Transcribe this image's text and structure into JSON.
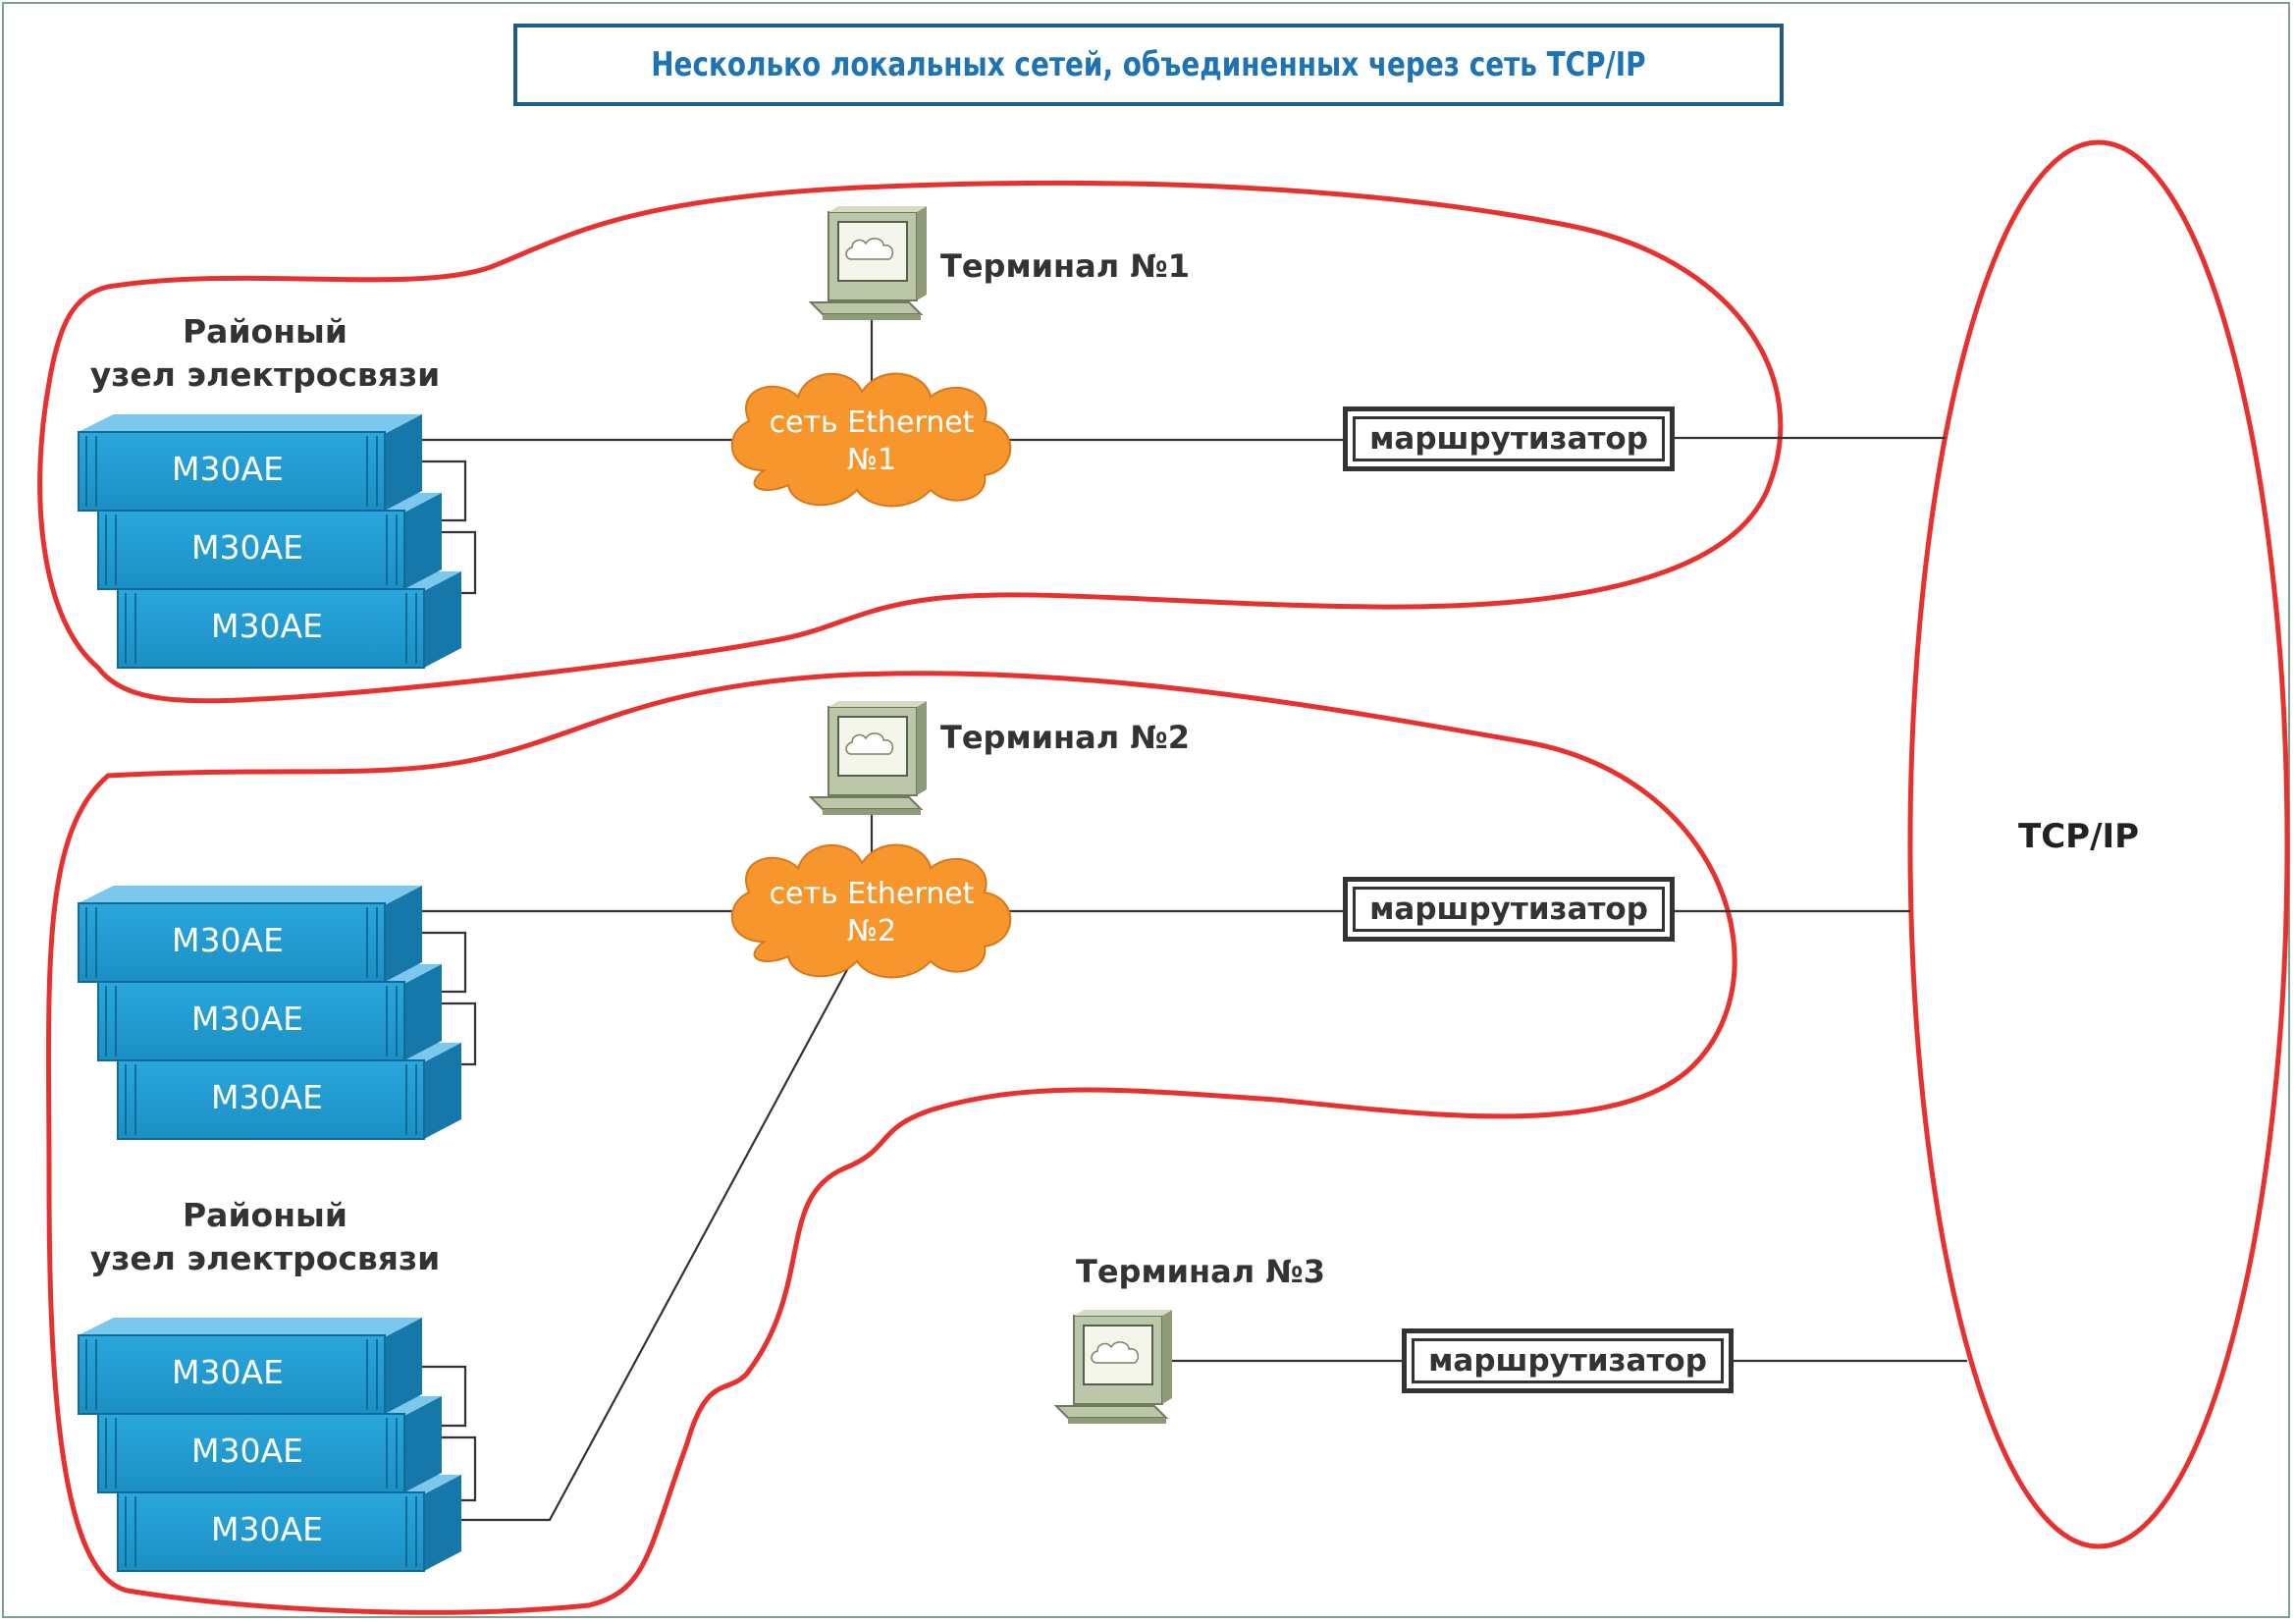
{
  "title": "Несколько локальных сетей, объединенных через сеть TCP/IP",
  "colors": {
    "boundary": "#e8312e",
    "cloud": "#f7962d",
    "rack": "#1e9ad0",
    "title": "#1e73b4",
    "title_border": "#1e5b86"
  },
  "network_1": {
    "uzel_line1": "Районый",
    "uzel_line2": "узел электросвязи",
    "racks": [
      "М30АЕ",
      "М30АЕ",
      "М30АЕ"
    ],
    "cloud_line1": "сеть Ethernet",
    "cloud_line2": "№1",
    "terminal": "Терминал №1",
    "router": "маршрутизатор"
  },
  "network_2": {
    "racks_a": [
      "М30АЕ",
      "М30АЕ",
      "М30АЕ"
    ],
    "uzel_line1": "Районый",
    "uzel_line2": "узел электросвязи",
    "racks_b": [
      "М30АЕ",
      "М30АЕ",
      "М30АЕ"
    ],
    "cloud_line1": "сеть Ethernet",
    "cloud_line2": "№2",
    "terminal": "Терминал №2",
    "router": "маршрутизатор"
  },
  "standalone": {
    "terminal": "Терминал №3",
    "router": "маршрутизатор"
  },
  "tcp_ip": "TCP/IP"
}
